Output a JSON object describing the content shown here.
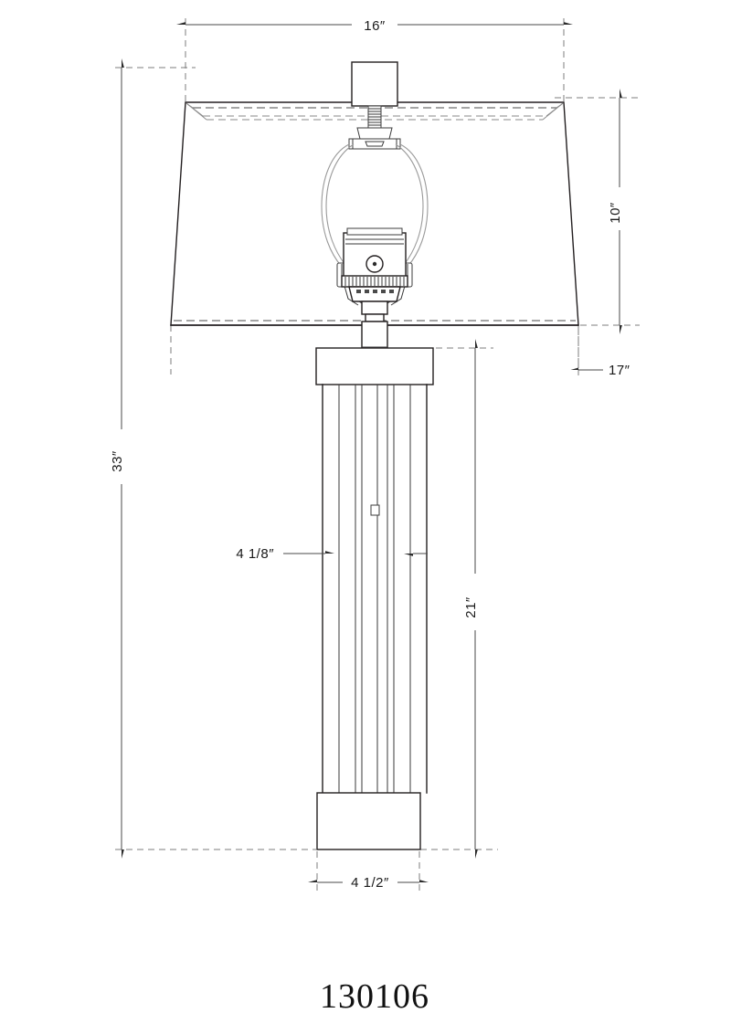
{
  "drawing": {
    "title": "Table lamp technical dimension drawing",
    "part_number": "130106",
    "units": "inches",
    "line_color": "#231f20",
    "dim_color": "#4a4a4a",
    "background": "#ffffff"
  },
  "dimensions": {
    "shade_top_width": "16″",
    "shade_height": "10″",
    "shade_bottom_width": "17″",
    "overall_height": "33″",
    "body_width": "4  1/8″",
    "body_height": "21″",
    "base_width": "4  1/2″"
  },
  "labels": {
    "top_width": "16″",
    "right_shade_height": "10″",
    "right_shade_bottom": "17″",
    "left_overall": "33″",
    "center_body_width": "4  1/8″",
    "right_body_height": "21″",
    "bottom_base_width": "4  1/2″",
    "part_number": "130106"
  },
  "components": {
    "finial": "finial",
    "harp": "harp",
    "socket": "socket",
    "shade": "lamp-shade",
    "column": "fluted-column-body",
    "top_cap": "top-cap",
    "base": "base-plinth"
  }
}
